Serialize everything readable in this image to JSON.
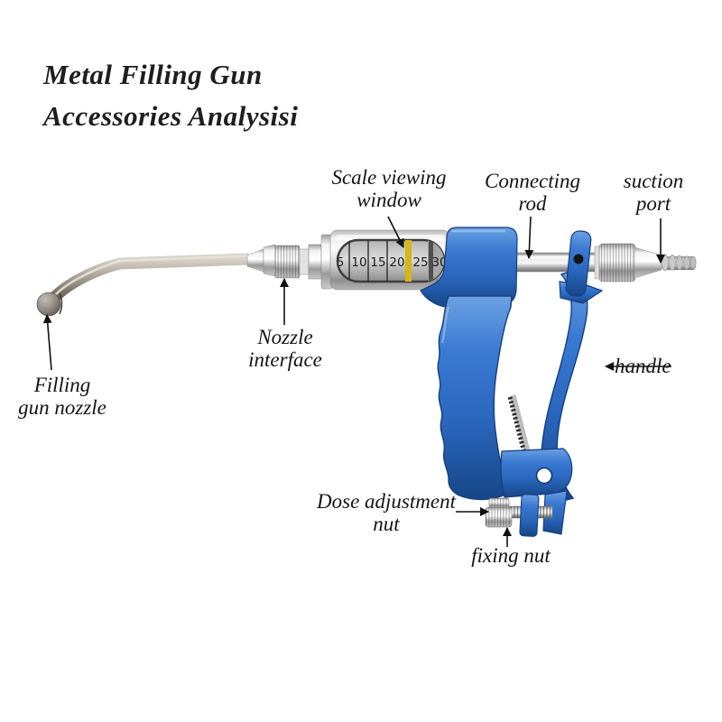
{
  "title": {
    "line1": "Metal Filling Gun",
    "line2": "Accessories Analysisi"
  },
  "labels": {
    "scale_window": {
      "line1": "Scale viewing",
      "line2": "window"
    },
    "connecting_rod": {
      "line1": "Connecting",
      "line2": "rod"
    },
    "suction_port": {
      "line1": "suction",
      "line2": "port"
    },
    "nozzle_interface": {
      "line1": "Nozzle",
      "line2": "interface"
    },
    "filling_gun_nozzle": {
      "line1": "Filling",
      "line2": "gun nozzle"
    },
    "handle": {
      "text": "handle"
    },
    "dose_adjustment_nut": {
      "line1": "Dose adjustment",
      "line2": "nut"
    },
    "fixing_nut": {
      "text": "fixing nut"
    }
  },
  "gun": {
    "scale_values": [
      "5",
      "10",
      "15",
      "20",
      "25",
      "30"
    ],
    "colors": {
      "body_blue": "#2f6ec8",
      "body_blue_dark": "#143f7e",
      "metal_highlight": "#f5f5f5",
      "metal_shadow": "#8a8a8a",
      "scale_marker_yellow": "#d8b417",
      "arrow_black": "#111111",
      "label_text": "#141414"
    }
  }
}
